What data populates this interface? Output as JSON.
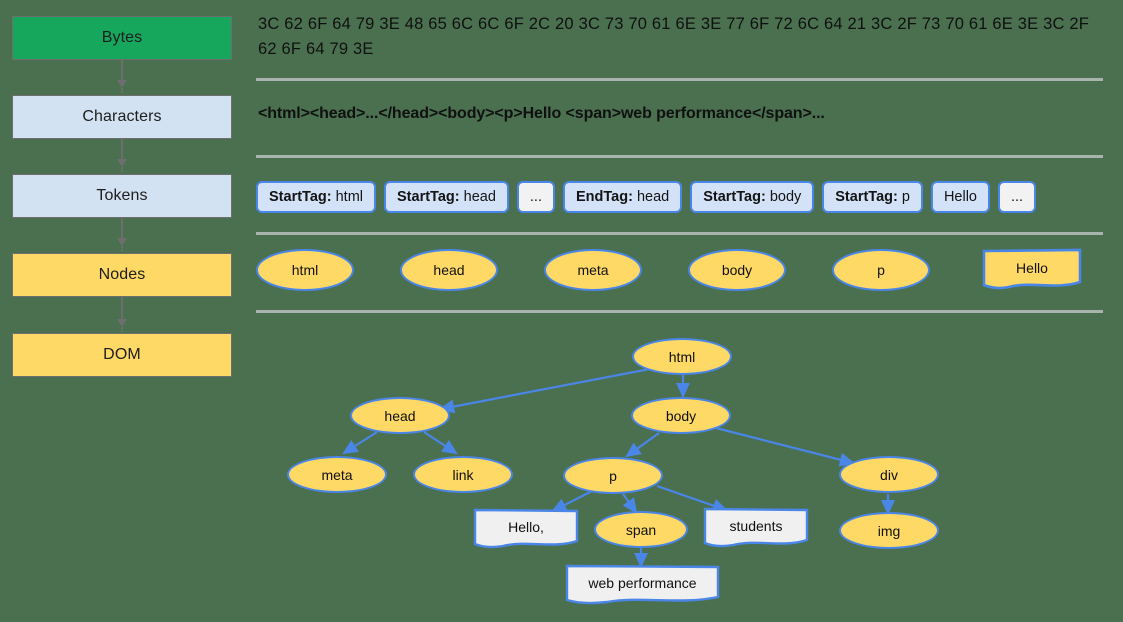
{
  "background_color": "#4a7050",
  "colors": {
    "green_box": "#16a75c",
    "blue_box": "#d3e2f3",
    "gold_box": "#fed966",
    "node_border": "#4a86e8",
    "arrow_gray": "#6e6e6e",
    "divider": "#aab4ae",
    "text_doc_fill": "#f0f0f0"
  },
  "pipeline": {
    "steps": [
      {
        "label": "Bytes",
        "style": "green"
      },
      {
        "label": "Characters",
        "style": "blue"
      },
      {
        "label": "Tokens",
        "style": "blue"
      },
      {
        "label": "Nodes",
        "style": "gold"
      },
      {
        "label": "DOM",
        "style": "gold"
      }
    ]
  },
  "bytes": {
    "text": "3C 62 6F 64 79 3E 48 65 6C 6C 6F 2C 20 3C 73 70 61 6E 3E 77 6F 72 6C 64 21 3C 2F 73 70 61 6E 3E 3C 2F 62 6F 64 79 3E"
  },
  "characters": {
    "text": "<html><head>...</head><body><p>Hello <span>web performance</span>..."
  },
  "tokens": {
    "items": [
      {
        "key": "StartTag:",
        "value": "html",
        "style": "tag"
      },
      {
        "key": "StartTag:",
        "value": "head",
        "style": "tag"
      },
      {
        "key": "",
        "value": "...",
        "style": "plain"
      },
      {
        "key": "EndTag:",
        "value": "head",
        "style": "tag"
      },
      {
        "key": "StartTag:",
        "value": "body",
        "style": "tag"
      },
      {
        "key": "StartTag:",
        "value": "p",
        "style": "tag"
      },
      {
        "key": "",
        "value": "Hello",
        "style": "tag"
      },
      {
        "key": "",
        "value": "...",
        "style": "plain"
      }
    ]
  },
  "nodes": {
    "items": [
      {
        "label": "html",
        "shape": "ellipse"
      },
      {
        "label": "head",
        "shape": "ellipse"
      },
      {
        "label": "meta",
        "shape": "ellipse"
      },
      {
        "label": "body",
        "shape": "ellipse"
      },
      {
        "label": "p",
        "shape": "ellipse"
      },
      {
        "label": "Hello",
        "shape": "document"
      }
    ]
  },
  "dom_tree": {
    "nodes": [
      {
        "id": "html",
        "label": "html",
        "shape": "ellipse"
      },
      {
        "id": "head",
        "label": "head",
        "shape": "ellipse"
      },
      {
        "id": "body",
        "label": "body",
        "shape": "ellipse"
      },
      {
        "id": "meta",
        "label": "meta",
        "shape": "ellipse"
      },
      {
        "id": "link",
        "label": "link",
        "shape": "ellipse"
      },
      {
        "id": "p",
        "label": "p",
        "shape": "ellipse"
      },
      {
        "id": "div",
        "label": "div",
        "shape": "ellipse"
      },
      {
        "id": "hello",
        "label": "Hello,",
        "shape": "document"
      },
      {
        "id": "span",
        "label": "span",
        "shape": "ellipse"
      },
      {
        "id": "students",
        "label": "students",
        "shape": "document"
      },
      {
        "id": "img",
        "label": "img",
        "shape": "ellipse"
      },
      {
        "id": "webperf",
        "label": "web performance",
        "shape": "document"
      }
    ],
    "edges": [
      {
        "from": "html",
        "to": "head"
      },
      {
        "from": "html",
        "to": "body"
      },
      {
        "from": "head",
        "to": "meta"
      },
      {
        "from": "head",
        "to": "link"
      },
      {
        "from": "body",
        "to": "p"
      },
      {
        "from": "body",
        "to": "div"
      },
      {
        "from": "p",
        "to": "hello"
      },
      {
        "from": "p",
        "to": "span"
      },
      {
        "from": "p",
        "to": "students"
      },
      {
        "from": "div",
        "to": "img"
      },
      {
        "from": "span",
        "to": "webperf"
      }
    ]
  }
}
